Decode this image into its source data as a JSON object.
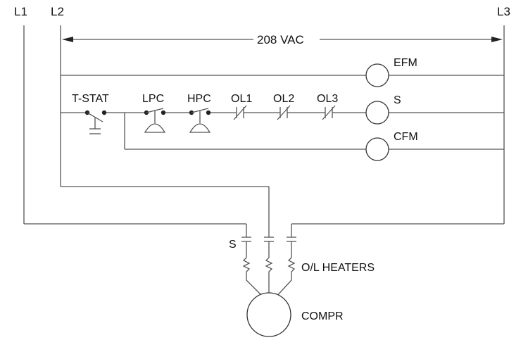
{
  "lines": {
    "l1": "L1",
    "l2": "L2",
    "l3": "L3"
  },
  "voltage": "208 VAC",
  "loads": {
    "efm": "EFM",
    "s": "S",
    "cfm": "CFM"
  },
  "devices": {
    "tstat": "T-STAT",
    "lpc": "LPC",
    "hpc": "HPC",
    "ol1": "OL1",
    "ol2": "OL2",
    "ol3": "OL3"
  },
  "power": {
    "contact": "S",
    "heaters": "O/L HEATERS",
    "compressor": "COMPR"
  }
}
